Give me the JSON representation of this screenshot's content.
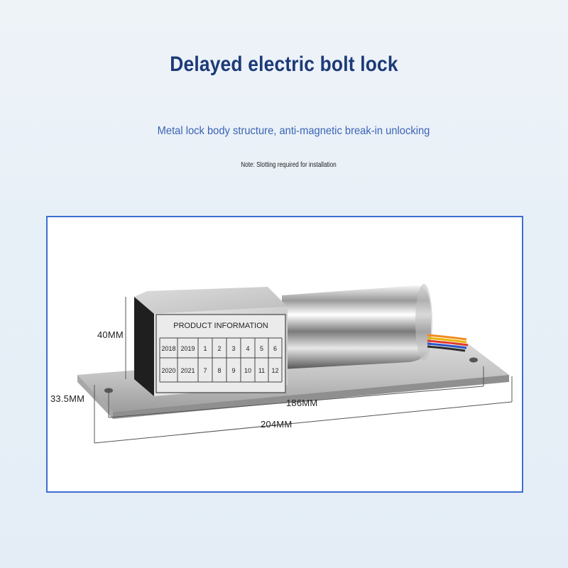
{
  "header": {
    "title": "Delayed electric bolt lock",
    "subtitle": "Metal lock body structure, anti-magnetic break-in unlocking",
    "note": "Note: Slotting required for installation"
  },
  "product_image": {
    "label_panel": {
      "heading": "PRODUCT INFORMATION",
      "row1": [
        "2018",
        "2019",
        "1",
        "2",
        "3",
        "4",
        "5",
        "6"
      ],
      "row2": [
        "2020",
        "2021",
        "7",
        "8",
        "9",
        "10",
        "11",
        "12"
      ]
    },
    "dimensions": {
      "height": "40MM",
      "width": "33.5MM",
      "hole_spacing": "186MM",
      "total_length": "204MM"
    }
  },
  "colors": {
    "title": "#1d3a78",
    "subtitle": "#3b63b6",
    "frame_border": "#3d6fd1"
  }
}
